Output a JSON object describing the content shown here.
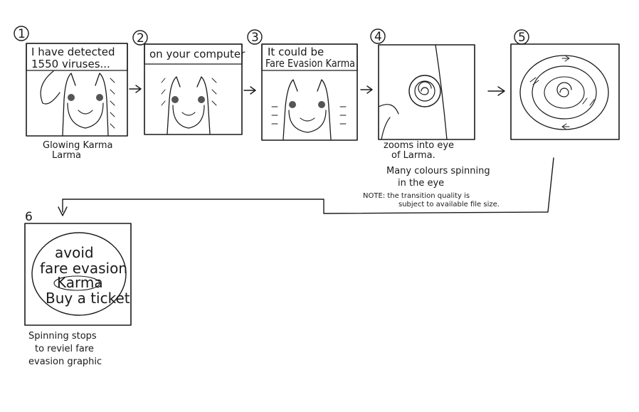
{
  "panels": [
    {
      "number": "1",
      "speech": [
        "I have detected",
        "1550 viruses..."
      ],
      "caption": [
        "Glowing Karma",
        "Larma"
      ]
    },
    {
      "number": "2",
      "speech": [
        "on your computer"
      ],
      "caption": []
    },
    {
      "number": "3",
      "speech": [
        "It could be",
        "Fare Evasion Karma"
      ],
      "caption": []
    },
    {
      "number": "4",
      "speech": [],
      "caption": [
        "zooms into eye",
        "of Larma.",
        "Many colours spinning",
        "in the eye"
      ]
    },
    {
      "number": "5",
      "speech": [],
      "caption": []
    },
    {
      "number": "6",
      "speech": [],
      "caption": [
        "Spinning stops",
        "to reviel fare",
        "evasion graphic"
      ]
    }
  ],
  "note": [
    "NOTE: the transition quality is",
    "subject to available file size."
  ],
  "sign": [
    "avoid",
    "fare evasion",
    "Karma",
    "Buy a ticket"
  ]
}
